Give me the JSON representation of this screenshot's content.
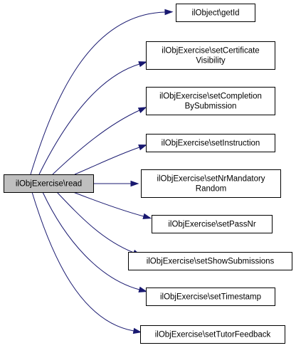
{
  "diagram": {
    "type": "call-graph",
    "colors": {
      "edge": "#191970",
      "source_fill": "#bfbfbf",
      "node_fill": "#ffffff",
      "border": "#000000"
    },
    "source": {
      "id": "read",
      "lines": [
        "ilObjExercise\\read"
      ]
    },
    "targets": [
      {
        "id": "getId",
        "lines": [
          "ilObject\\getId"
        ]
      },
      {
        "id": "setCertificateVisibility",
        "lines": [
          "ilObjExercise\\setCertificate",
          "Visibility"
        ]
      },
      {
        "id": "setCompletionBySubmission",
        "lines": [
          "ilObjExercise\\setCompletion",
          "BySubmission"
        ]
      },
      {
        "id": "setInstruction",
        "lines": [
          "ilObjExercise\\setInstruction"
        ]
      },
      {
        "id": "setNrMandatoryRandom",
        "lines": [
          "ilObjExercise\\setNrMandatory",
          "Random"
        ]
      },
      {
        "id": "setPassNr",
        "lines": [
          "ilObjExercise\\setPassNr"
        ]
      },
      {
        "id": "setShowSubmissions",
        "lines": [
          "ilObjExercise\\setShowSubmissions"
        ]
      },
      {
        "id": "setTimestamp",
        "lines": [
          "ilObjExercise\\setTimestamp"
        ]
      },
      {
        "id": "setTutorFeedback",
        "lines": [
          "ilObjExercise\\setTutorFeedback"
        ]
      }
    ]
  }
}
